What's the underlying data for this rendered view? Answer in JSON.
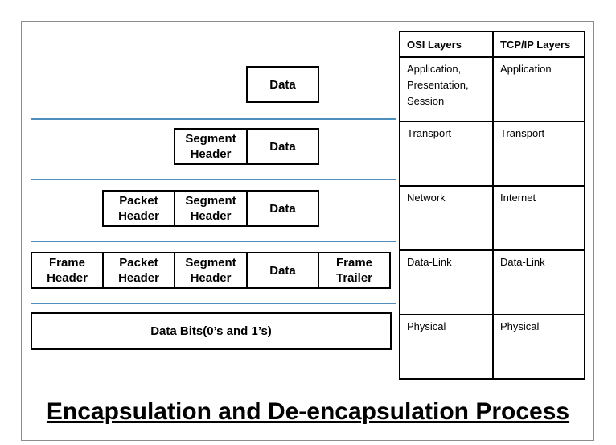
{
  "diagram": {
    "rows": [
      {
        "boxes": [
          {
            "label": "Data"
          }
        ]
      },
      {
        "boxes": [
          {
            "label": "Segment\nHeader"
          },
          {
            "label": "Data"
          }
        ]
      },
      {
        "boxes": [
          {
            "label": "Packet\nHeader"
          },
          {
            "label": "Segment\nHeader"
          },
          {
            "label": "Data"
          }
        ]
      },
      {
        "boxes": [
          {
            "label": "Frame\nHeader"
          },
          {
            "label": "Packet\nHeader"
          },
          {
            "label": "Segment\nHeader"
          },
          {
            "label": "Data"
          },
          {
            "label": "Frame\nTrailer"
          }
        ]
      },
      {
        "boxes": [
          {
            "label": "Data Bits(0’s and 1’s)"
          }
        ]
      }
    ],
    "separator_color": "#4f8fbf"
  },
  "table": {
    "headers": [
      "OSI Layers",
      "TCP/IP Layers"
    ],
    "rows": [
      {
        "osi": "Application,\nPresentation,\nSession",
        "tcpip": "Application"
      },
      {
        "osi": "Transport",
        "tcpip": "Transport"
      },
      {
        "osi": "Network",
        "tcpip": "Internet"
      },
      {
        "osi": "Data-Link",
        "tcpip": "Data-Link"
      },
      {
        "osi": "Physical",
        "tcpip": "Physical"
      }
    ]
  },
  "title": "Encapsulation and De-encapsulation Process"
}
